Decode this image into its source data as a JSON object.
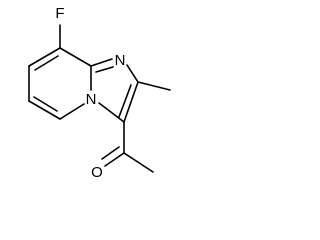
{
  "molecule": {
    "atom_labels": {
      "fluorine": "F",
      "imine_nitrogen": "N",
      "bridgehead_nitrogen": "N",
      "carbonyl_oxygen": "O"
    }
  }
}
